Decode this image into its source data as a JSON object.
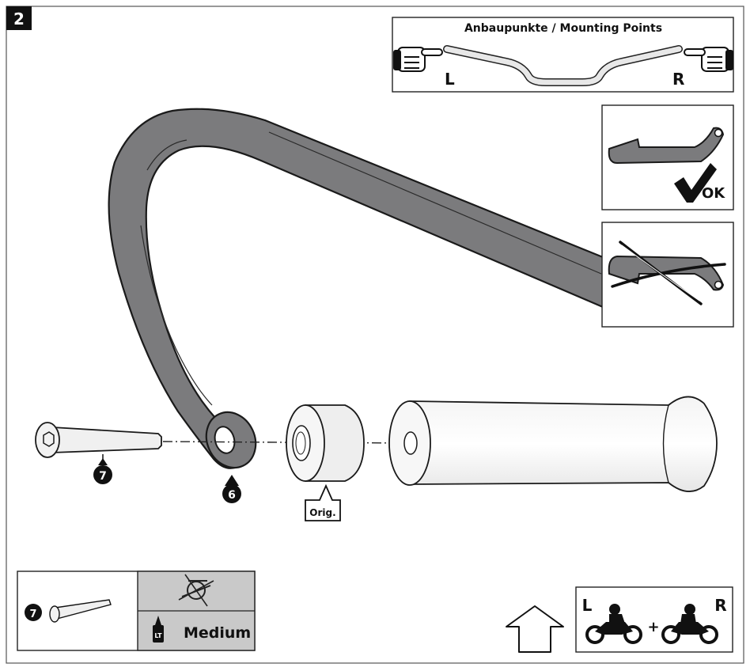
{
  "step": {
    "number": "2"
  },
  "mounting_points": {
    "title": "Anbaupunkte / Mounting Points",
    "left_label": "L",
    "right_label": "R"
  },
  "orientation_check": {
    "ok_label": "OK"
  },
  "callouts": {
    "bolt_number": "7",
    "guard_number": "6",
    "spacer_tag": "Orig."
  },
  "legend": {
    "part_number": "7",
    "threadlock_label": "Medium",
    "threadlock_bottle_text": "LT"
  },
  "sides": {
    "left_label": "L",
    "right_label": "R",
    "plus": "+"
  },
  "colors": {
    "part_fill": "#7b7b7d",
    "outline": "#1a1a1a",
    "legend_shade": "#c9c9c9",
    "light_part": "#eeeeee"
  }
}
